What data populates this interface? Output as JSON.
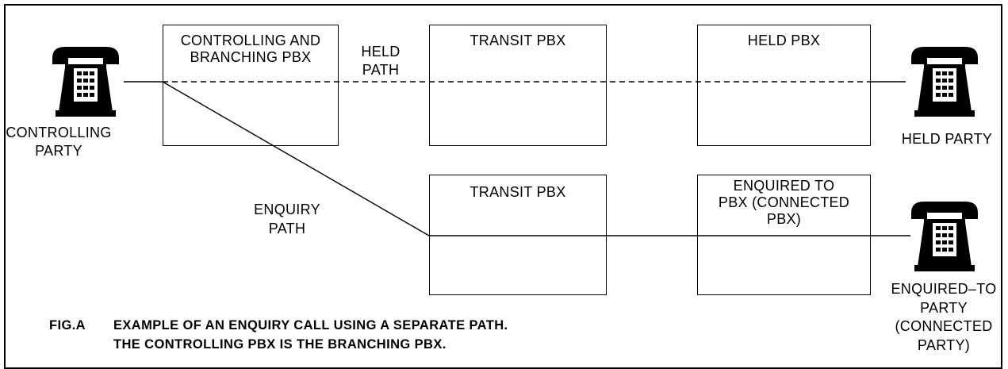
{
  "diagram": {
    "boxes": {
      "controlling": "CONTROLLING AND\nBRANCHING PBX",
      "transit_top": "TRANSIT PBX",
      "held": "HELD PBX",
      "transit_bottom": "TRANSIT PBX",
      "enquired": "ENQUIRED TO\nPBX (CONNECTED\nPBX)"
    },
    "labels": {
      "held_path": "HELD\nPATH",
      "enquiry_path": "ENQUIRY\nPATH",
      "controlling_party": "CONTROLLING\nPARTY",
      "held_party": "HELD PARTY",
      "enquired_party": "ENQUIRED–TO\nPARTY\n(CONNECTED\nPARTY)"
    },
    "caption": {
      "fig": "FIG.A",
      "line1": "EXAMPLE OF AN ENQUIRY CALL USING A SEPARATE PATH.",
      "line2": "THE CONTROLLING PBX IS THE BRANCHING PBX."
    },
    "icons": {
      "controlling_party": "telephone-icon",
      "held_party": "telephone-icon",
      "enquired_party": "telephone-icon"
    }
  }
}
